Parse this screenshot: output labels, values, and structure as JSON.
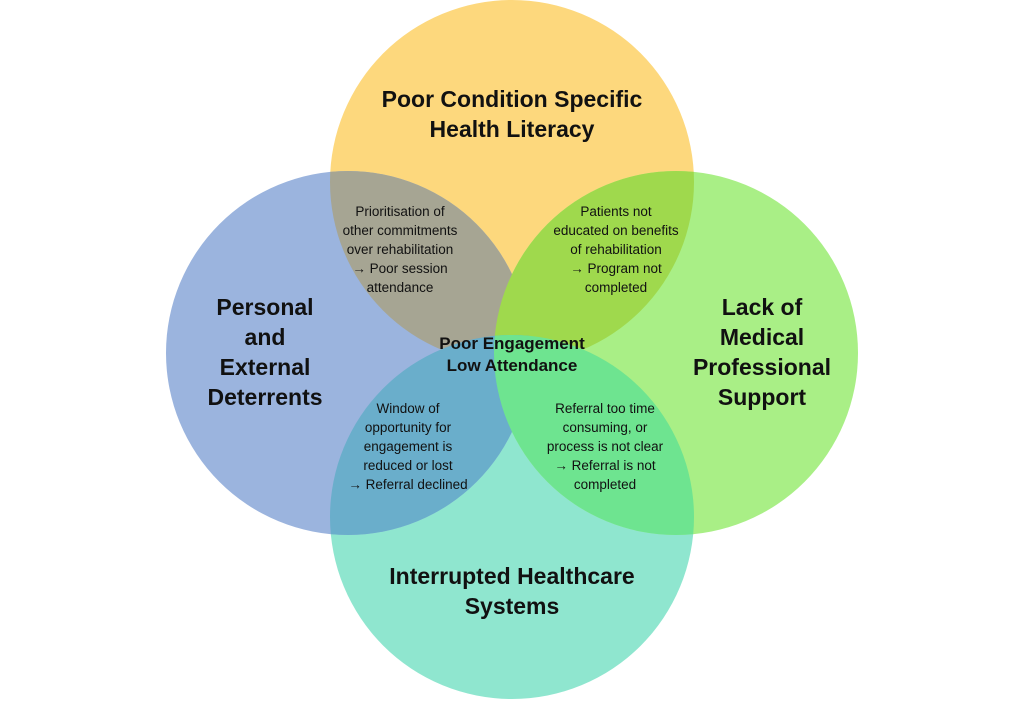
{
  "colors": {
    "top_circle": "#fdd87d",
    "left_circle": "#9bb4de",
    "right_circle": "#a9ef86",
    "bottom_circle": "#8fe6cf",
    "overlap_top_left": "#a6a593",
    "overlap_top_right": "#9fd94d",
    "overlap_bottom_left": "#6aaecb",
    "overlap_bottom_right": "#6ee490",
    "text": "#111111"
  },
  "circles": {
    "top": "Poor Condition Specific\nHealth Literacy",
    "left": "Personal\nand\nExternal\nDeterrents",
    "right": "Lack of\nMedical\nProfessional\nSupport",
    "bottom": "Interrupted Healthcare\nSystems"
  },
  "center": "Poor Engagement\nLow Attendance",
  "overlaps": {
    "top_left": "Prioritisation of\nother commitments\nover rehabilitation\n→ Poor session\nattendance",
    "top_right": "Patients not\neducated on benefits\nof rehabilitation\n→ Program not\ncompleted",
    "bottom_left": "Window of\nopportunity for\nengagement is\nreduced or lost\n→ Referral declined",
    "bottom_right": "Referral too time\nconsuming, or\nprocess is not clear\n→ Referral is not\ncompleted"
  }
}
